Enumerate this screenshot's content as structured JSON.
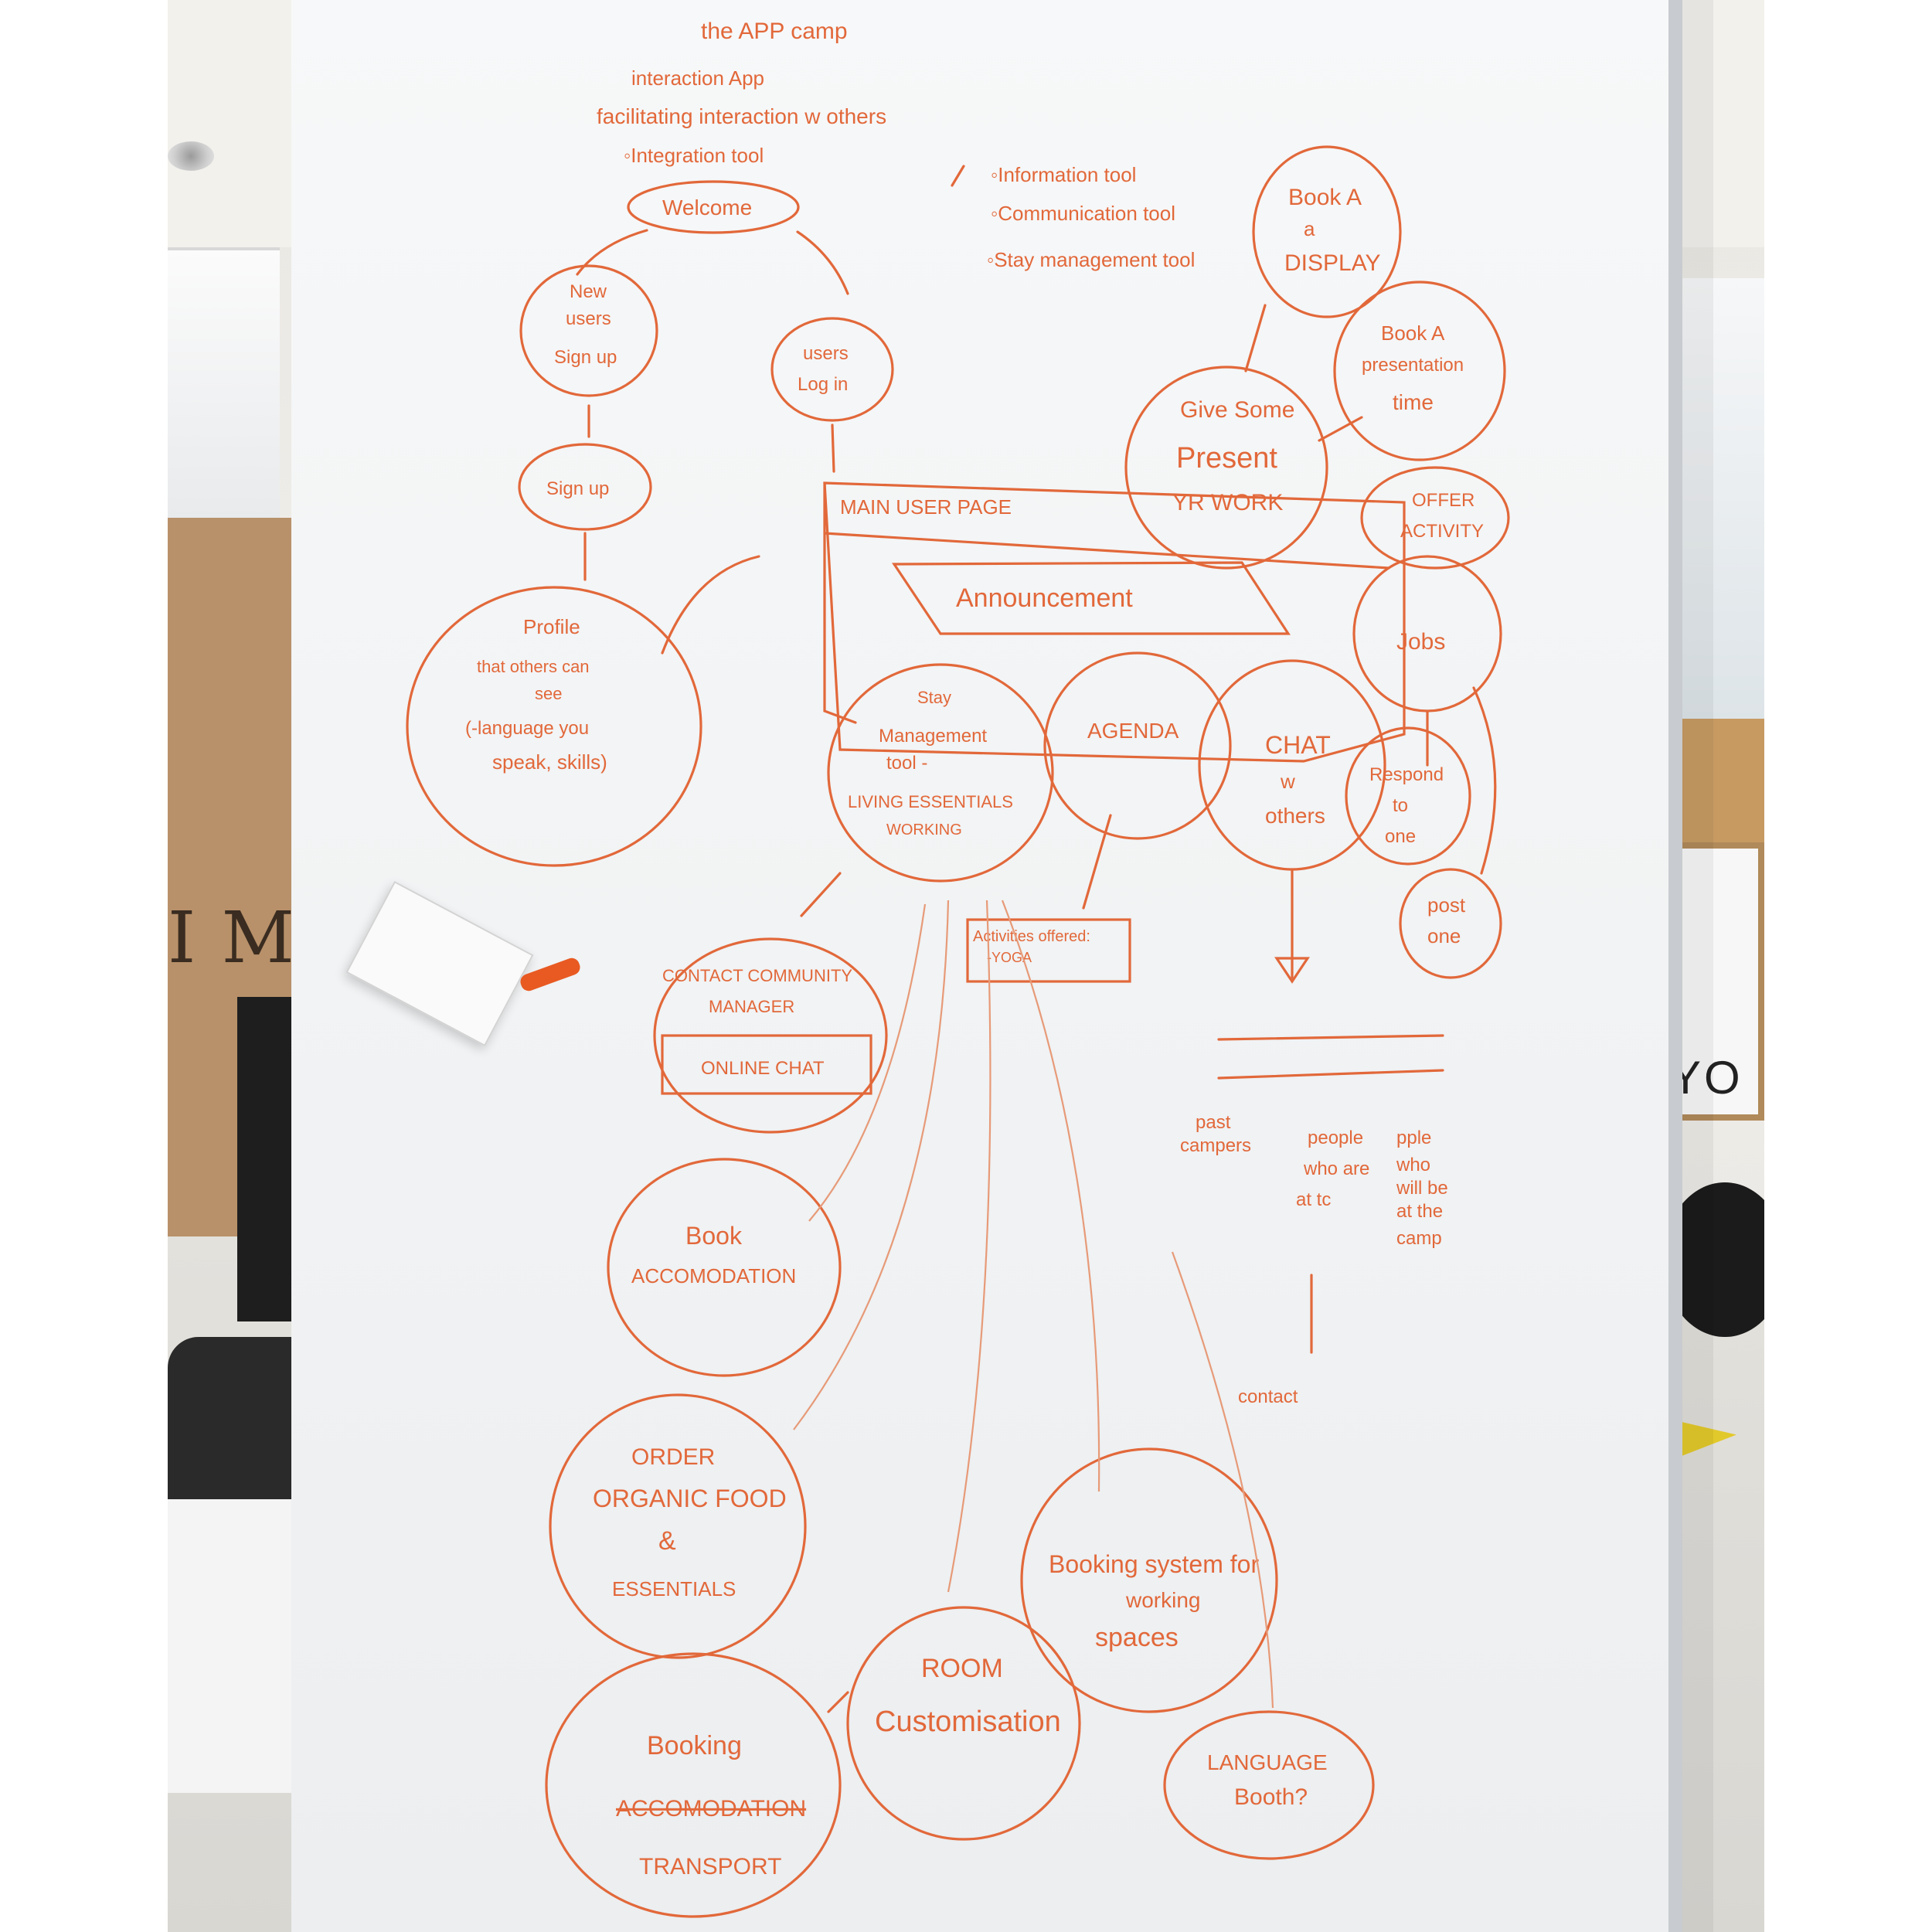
{
  "whiteboard": {
    "title": "the APP camp",
    "purpose_lines": [
      "interaction App",
      "facilitating interaction w others",
      "◦Integration tool",
      "◦Information tool",
      "◦Communication tool",
      "◦Stay management tool"
    ],
    "nodes": {
      "welcome": "Welcome",
      "new_users_1": "New",
      "new_users_2": "users",
      "new_users_3": "Sign up",
      "users_login_1": "users",
      "users_login_2": "Log in",
      "sign_up": "Sign up",
      "profile_1": "Profile",
      "profile_2": "that others can",
      "profile_3": "see",
      "profile_4": "(-language you",
      "profile_5": "speak, skills)",
      "main_user_page": "MAIN USER PAGE",
      "announcement": "Announcement",
      "stay_tool_1": "Stay",
      "stay_tool_2": "Management",
      "stay_tool_3": "tool -",
      "stay_tool_4": "LIVING ESSENTIALS",
      "stay_tool_5": "WORKING",
      "agenda": "AGENDA",
      "chat_1": "CHAT",
      "chat_2": "w",
      "chat_3": "others",
      "jobs": "Jobs",
      "respond_1": "Respond",
      "respond_2": "to",
      "respond_3": "one",
      "post_1": "post",
      "post_2": "one",
      "offer_1": "OFFER",
      "offer_2": "ACTIVITY",
      "give_1": "Give Some",
      "give_2": "Present",
      "give_3": "YR WORK",
      "book_display_1": "Book A",
      "book_display_2": "a",
      "book_display_3": "DISPLAY",
      "book_pres_1": "Book A",
      "book_pres_2": "presentation",
      "book_pres_3": "time",
      "activities_1": "Activities offered:",
      "activities_2": "-YOGA",
      "contact_1": "CONTACT COMMUNITY",
      "contact_2": "MANAGER",
      "online_chat": "ONLINE CHAT",
      "book_acc_1": "Book",
      "book_acc_2": "ACCOMODATION",
      "order_1": "ORDER",
      "order_2": "ORGANIC FOOD",
      "order_3": "&",
      "order_4": "ESSENTIALS",
      "room_1": "ROOM",
      "room_2": "Customisation",
      "booking_spaces_1": "Booking system for",
      "booking_spaces_2": "working",
      "booking_spaces_3": "spaces",
      "booking_transport_1": "Booking",
      "booking_transport_2": "ACCOMODATION",
      "booking_transport_3": "TRANSPORT",
      "language_1": "LANGUAGE",
      "language_2": "Booth?",
      "past_campers_1": "past",
      "past_campers_2": "campers",
      "people_tc_1": "people",
      "people_tc_2": "who are",
      "people_tc_3": "at tc",
      "pple_camp_1": "pple",
      "pple_camp_2": "who",
      "pple_camp_3": "will be",
      "pple_camp_4": "at the",
      "pple_camp_5": "camp",
      "contact": "contact"
    }
  },
  "background": {
    "cardboard_text": "I MO",
    "sign_text": "EYO"
  },
  "colors": {
    "marker": "#e2683a",
    "board": "#f4f5f6"
  }
}
